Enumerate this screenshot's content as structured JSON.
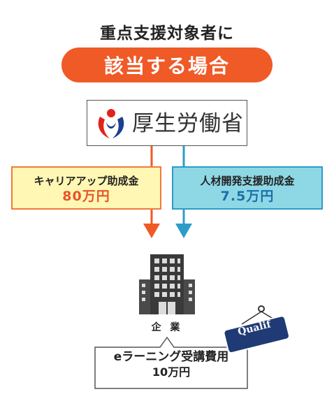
{
  "title": "重点支援対象者に",
  "banner": "該当する場合",
  "ministry": {
    "name": "厚生労働省",
    "logo_icon": "mhlw-logo-icon"
  },
  "grants": [
    {
      "name": "キャリアアップ助成金",
      "amount": "80万円",
      "arrow_color": "#ef5a27",
      "box_color": "#fff7b3"
    },
    {
      "name": "人材開発支援助成金",
      "amount": "7.5万円",
      "arrow_color": "#2d9cc8",
      "box_color": "#8ed8e6"
    }
  ],
  "company": {
    "label": "企 業",
    "icon": "office-building-icon"
  },
  "training": {
    "line1": "eラーニング受講費用",
    "line2": "10万円"
  },
  "tag": {
    "text": "Qualif",
    "icon": "hanging-tag-icon"
  },
  "colors": {
    "accent": "#ef5a27",
    "blue": "#2d9cc8",
    "navy": "#1f3a75"
  }
}
